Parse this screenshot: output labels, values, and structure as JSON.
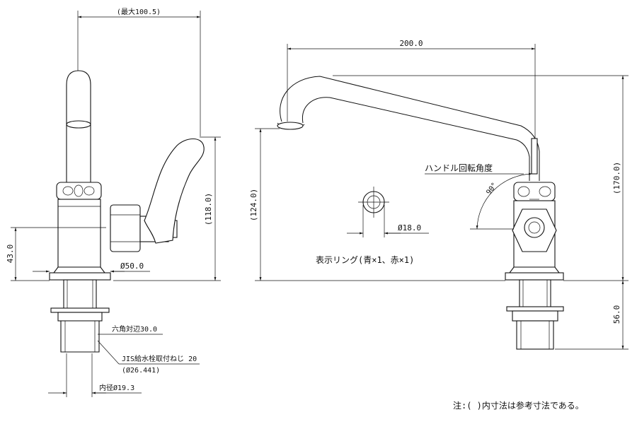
{
  "dimensions": {
    "max_width": "(最大100.5)",
    "height_118": "(118.0)",
    "height_43": "43.0",
    "dia_50": "Ø50.0",
    "hex_30": "六角対辺30.0",
    "jis_thread": "JIS給水栓取付ねじ 20",
    "jis_dia": "(Ø26.441)",
    "inner_dia": "内径Ø19.3",
    "spout_200": "200.0",
    "height_124": "(124.0)",
    "height_170": "(170.0)",
    "ring_dia": "Ø18.0",
    "angle": "90°",
    "depth_56": "56.0"
  },
  "labels": {
    "handle_rotation": "ハンドル回転角度",
    "ring_note": "表示リング(青×1、赤×1)",
    "footnote": "注:( )内寸法は参考寸法である。"
  }
}
